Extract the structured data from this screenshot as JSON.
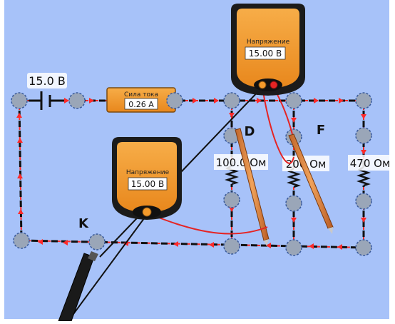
{
  "battery": {
    "label": "15.0 В"
  },
  "ammeter": {
    "title": "Сила тока",
    "value": "0.26 А"
  },
  "voltmeter_top": {
    "title": "Напряжение",
    "value": "15.00 В"
  },
  "voltmeter_left": {
    "title": "Напряжение",
    "value": "15.00 В"
  },
  "resistors": [
    {
      "label": "100.0 Ом"
    },
    {
      "label": "200 Ом"
    },
    {
      "label": "470 Ом"
    }
  ],
  "points": {
    "D": "D",
    "F": "F",
    "K": "K"
  },
  "colors": {
    "canvas_bg": "#a7c2f9",
    "meter_orange": "#f49a2b",
    "meter_body": "#1b1b1b",
    "wire_dash": "#111111",
    "current_arrow": "#ff2a2a",
    "probe_red": "#e52424",
    "probe_black": "#111111"
  }
}
